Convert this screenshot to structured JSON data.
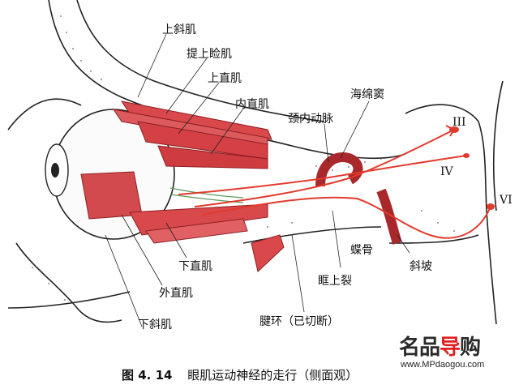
{
  "labels": {
    "superior_oblique": "上斜肌",
    "levator": "提上睑肌",
    "superior_rectus": "上直肌",
    "medial_rectus": "内直肌",
    "cavernous_sinus": "海绵窦",
    "internal_carotid": "颈内动脉",
    "nerve_III": "III",
    "nerve_IV": "IV",
    "nerve_VI": "VI",
    "sphenoid": "蝶骨",
    "clivus": "斜坡",
    "superior_orbital_fissure": "眶上裂",
    "tendon_ring": "腱环（已切断）",
    "inferior_rectus": "下直肌",
    "lateral_rectus": "外直肌",
    "inferior_oblique": "下斜肌"
  },
  "caption": {
    "number": "图 4. 14",
    "text": "眼肌运动神经的走行（侧面观）"
  },
  "watermark": {
    "brand_pre": "名品",
    "brand_hl": "导",
    "brand_post": "购",
    "url": "www.MPdaogou.com"
  },
  "colors": {
    "muscle": "#d9484b",
    "muscle_dark": "#a8282c",
    "nerve": "#e23b2e",
    "bone_fill": "#ffffff",
    "line": "#222222"
  }
}
